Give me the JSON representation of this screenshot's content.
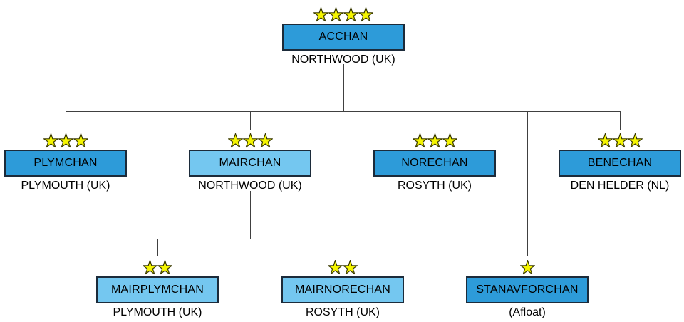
{
  "diagram": {
    "type": "org-chart",
    "description": "Allied Command Channel organisation chart"
  },
  "colors": {
    "box_primary": "#2d9bd9",
    "box_secondary": "#74c7f0",
    "box_border": "#1c2b3a",
    "star_fill": "#f5f500",
    "star_outline": "#3b3b00",
    "line": "#404040",
    "text": "#000000",
    "background": "#ffffff"
  },
  "nodes": [
    {
      "id": "acchan",
      "label": "ACCHAN",
      "location": "NORTHWOOD (UK)",
      "stars": 4,
      "fill": "box_primary",
      "parent": null,
      "children": [
        "plymchan",
        "mairchan",
        "norechan",
        "stanavforchan",
        "benechan"
      ]
    },
    {
      "id": "plymchan",
      "label": "PLYMCHAN",
      "location": "PLYMOUTH (UK)",
      "stars": 3,
      "fill": "box_primary",
      "parent": "acchan",
      "children": []
    },
    {
      "id": "mairchan",
      "label": "MAIRCHAN",
      "location": "NORTHWOOD (UK)",
      "stars": 3,
      "fill": "box_secondary",
      "parent": "acchan",
      "children": [
        "mairplymchan",
        "mairnorechan"
      ]
    },
    {
      "id": "norechan",
      "label": "NORECHAN",
      "location": "ROSYTH (UK)",
      "stars": 3,
      "fill": "box_primary",
      "parent": "acchan",
      "children": []
    },
    {
      "id": "benechan",
      "label": "BENECHAN",
      "location": "DEN HELDER (NL)",
      "stars": 3,
      "fill": "box_primary",
      "parent": "acchan",
      "children": []
    },
    {
      "id": "mairplymchan",
      "label": "MAIRPLYMCHAN",
      "location": "PLYMOUTH (UK)",
      "stars": 2,
      "fill": "box_secondary",
      "parent": "mairchan",
      "children": []
    },
    {
      "id": "mairnorechan",
      "label": "MAIRNORECHAN",
      "location": "ROSYTH (UK)",
      "stars": 2,
      "fill": "box_secondary",
      "parent": "mairchan",
      "children": []
    },
    {
      "id": "stanavforchan",
      "label": "STANAVFORCHAN",
      "location": "(Afloat)",
      "stars": 1,
      "fill": "box_primary",
      "parent": "acchan",
      "children": []
    }
  ]
}
